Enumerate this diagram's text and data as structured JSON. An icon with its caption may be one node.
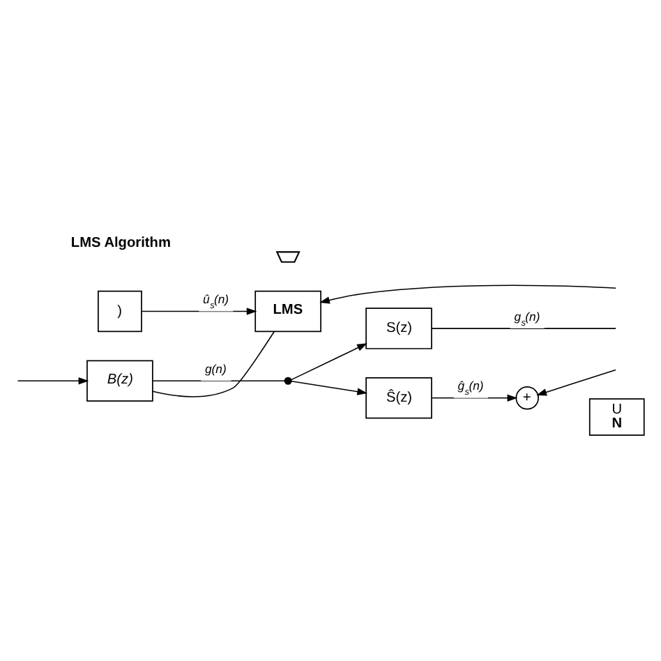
{
  "diagram": {
    "nodes": [
      {
        "text": [
          "U",
          "N"
        ]
      },
      {
        "text": [
          "S(z)"
        ]
      },
      {
        "text": [],
        "shape": "speaker"
      },
      {
        "text": [
          "B(z)"
        ]
      },
      {
        "text": [],
        "shape": "dot"
      },
      {
        "text": [
          "Ŝ(z)"
        ]
      },
      {
        "text": [
          ")"
        ]
      },
      {
        "text": [
          "LMS"
        ]
      },
      {
        "text": [
          "+"
        ]
      }
    ],
    "edges": [
      {
        "from": null,
        "to": 3,
        "arrow": "to"
      },
      {
        "from": 3,
        "to": 4,
        "arrow": "none",
        "label": "g(n)"
      },
      {
        "from": 4,
        "to": 1,
        "arrow": "to"
      },
      {
        "from": 4,
        "to": 5,
        "arrow": "to"
      },
      {
        "from": 1,
        "to": null,
        "arrow": "none",
        "label": "g$_{s}$(n)"
      },
      {
        "from": 5,
        "to": 8,
        "arrow": "to",
        "label": "ĝ$_{s}$(n)"
      },
      {
        "from": null,
        "to": 8,
        "arrow": "to"
      },
      {
        "from": 6,
        "to": 7,
        "arrow": "to",
        "label": "û$_{s}$(n)"
      },
      {
        "from": null,
        "to": 7,
        "arrow": "to"
      },
      {
        "from": 7,
        "to": 3,
        "arrow": "none"
      }
    ],
    "labels": [
      "LMS Algorithm"
    ]
  }
}
